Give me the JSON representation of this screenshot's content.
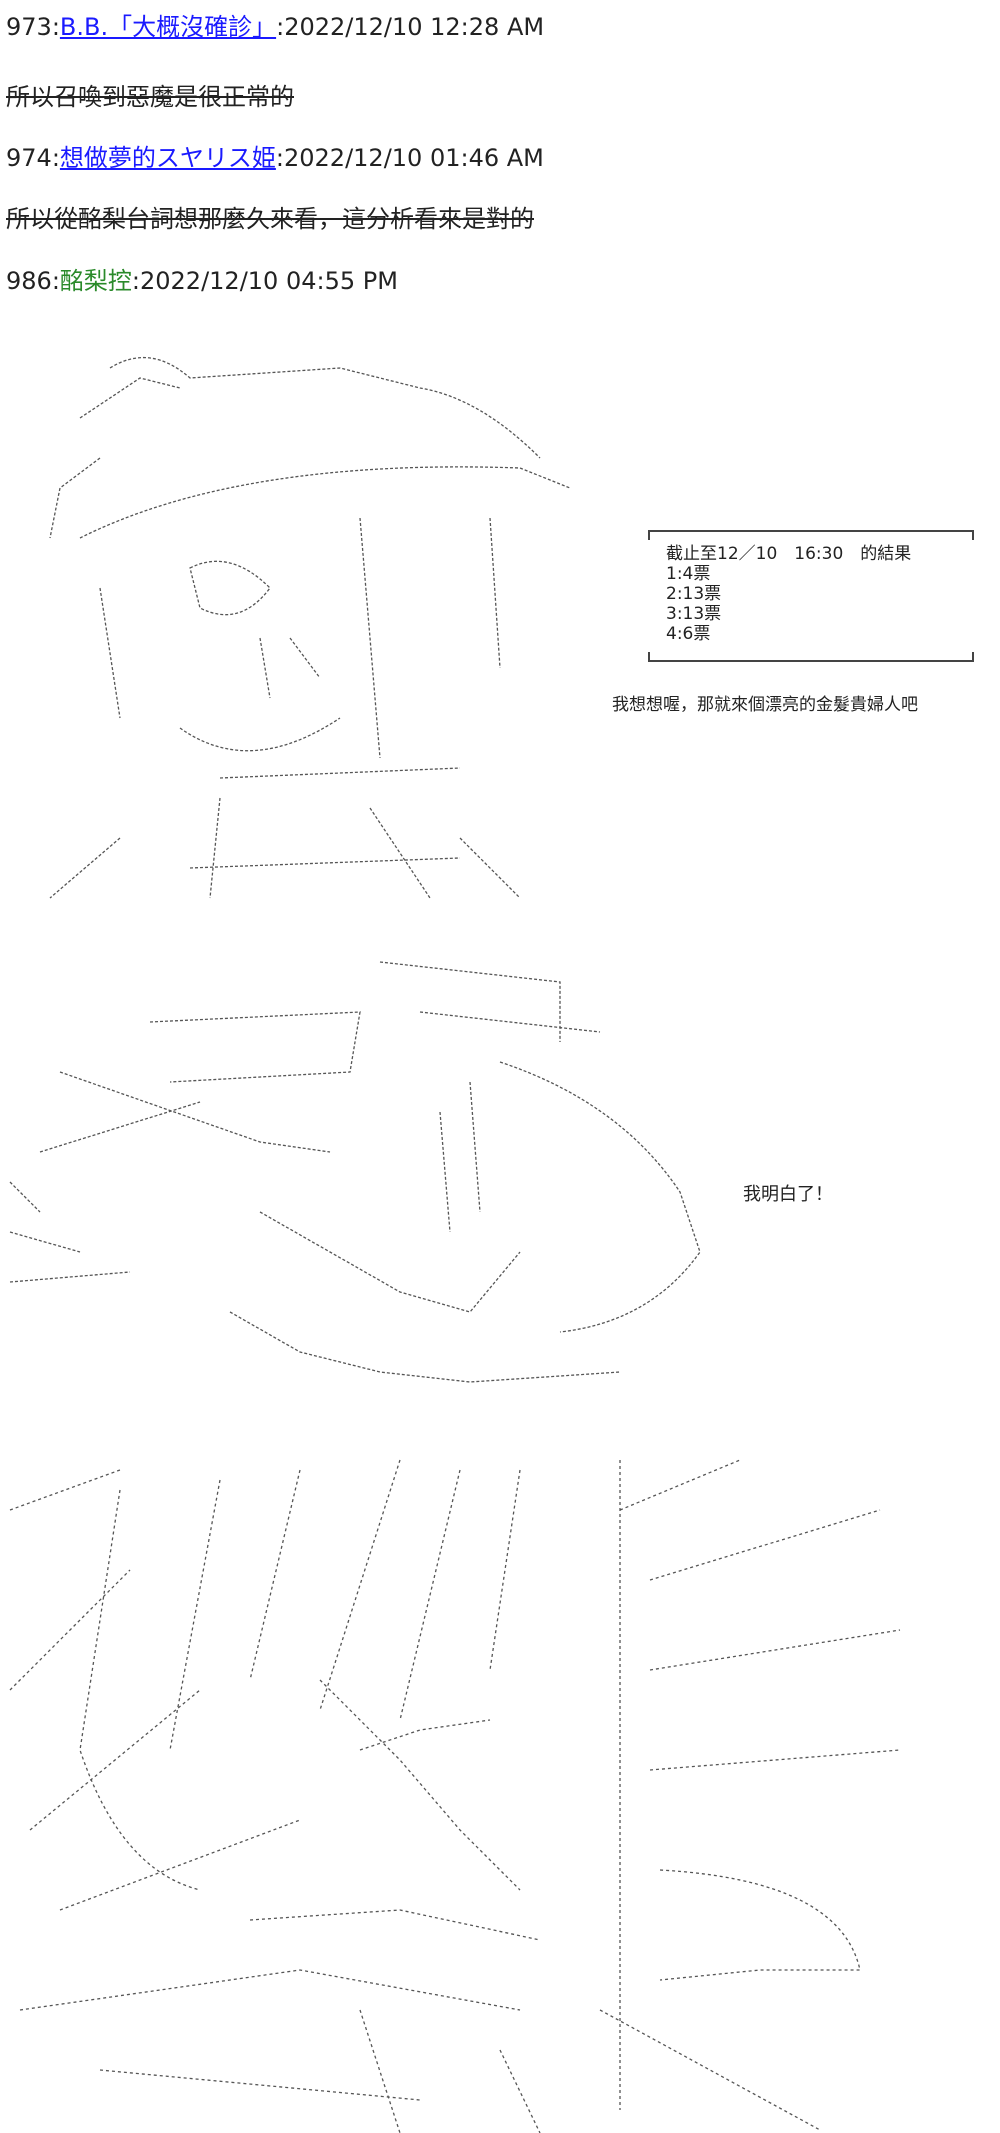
{
  "posts": [
    {
      "number": "973",
      "name": "B.B.「大概沒確診」",
      "date": "2022/12/10 12:28 AM",
      "content": "所以召喚到惡魔是很正常的"
    },
    {
      "number": "974",
      "name": "想做夢的スヤリス姫",
      "date": "2022/12/10 01:46 AM",
      "content": "所以從酩梨台詞想那麼久來看，這分析看來是對的"
    },
    {
      "number": "986",
      "name": "酩梨控",
      "date": "2022/12/10 04:55 PM"
    }
  ],
  "vote_box": {
    "title": "截止至12／10　16:30　的結果",
    "results": [
      "1:4票",
      "2:13票",
      "3:13票",
      "4:6票"
    ]
  },
  "captions": {
    "panel1": "我想想喔，那就來個漂亮的金髮貴婦人吧",
    "panel2": "我明白了！"
  },
  "colors": {
    "link": "#1a1aff",
    "name_green": "#2a8a2a"
  }
}
